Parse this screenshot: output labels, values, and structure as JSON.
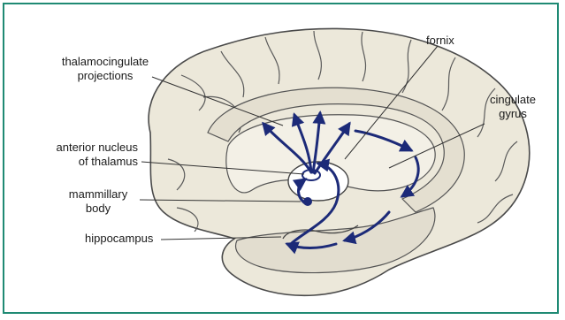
{
  "labels": {
    "fornix": "fornix",
    "thalamocingulate": [
      "thalamocingulate",
      "projections"
    ],
    "cingulate_gyrus": [
      "cingulate",
      "gyrus"
    ],
    "anterior_nucleus": [
      "anterior nucleus",
      "of thalamus"
    ],
    "mammillary_body": [
      "mammillary",
      "body"
    ],
    "hippocampus": "hippocampus"
  },
  "colors": {
    "frame": "#1f8a74",
    "brain_fill": "#ece8da",
    "brain_shade": "#d9d4c6",
    "outline": "#4a4a4a",
    "arrows": "#1c2a78",
    "leader_lines": "#333333"
  }
}
